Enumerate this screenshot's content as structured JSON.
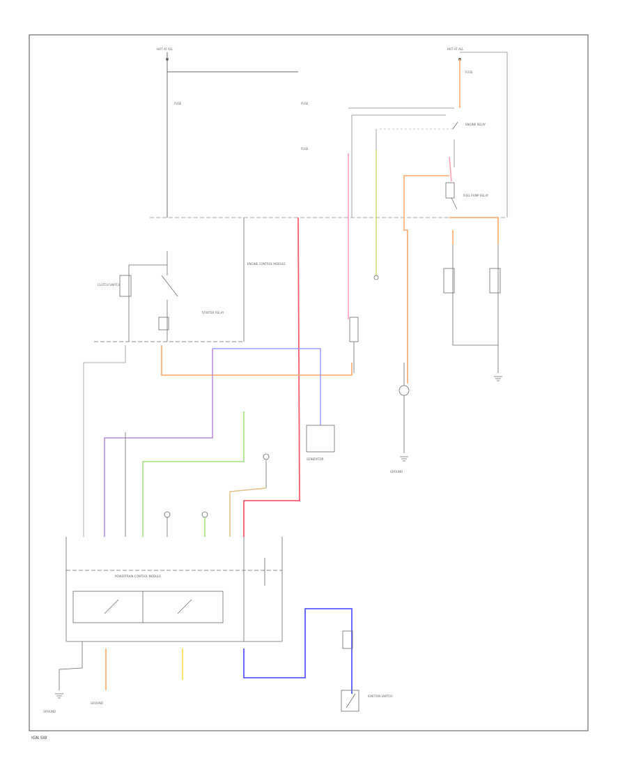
{
  "labels": {
    "hot_left": "HOT AT ALL",
    "hot_right": "HOT AT ALL",
    "fuse_left": "FUSE",
    "fuse_mid": "FUSE",
    "fuse_mid2": "FUSE",
    "fuse_right": "FUSE",
    "engine_relay": "ENGINE RELAY",
    "starter_relay": "STARTER RELAY",
    "fuel_pump_relay": "FUEL PUMP RELAY",
    "engine_control_module": "ENGINE CONTROL MODULE",
    "powertrain_control_module": "POWERTRAIN CONTROL MODULE",
    "generator": "GENERATOR",
    "ground_right": "GROUND",
    "ground_left": "GROUND",
    "ground_mid": "GROUND",
    "clutch_switch": "CLUTCH SWITCH",
    "ignition_switch": "IGNITION SWITCH",
    "footer_code": "IGN SW"
  },
  "colors": {
    "wire_black": "#3a3a3a",
    "wire_gray": "#9a9a9a",
    "wire_pink": "#ff9ab0",
    "wire_red": "#ff5a6e",
    "wire_orange": "#ffb27a",
    "wire_yellowgreen": "#c8e06a",
    "wire_green": "#9fe07a",
    "wire_purple": "#b88ad8",
    "wire_blue": "#5a5aff",
    "wire_yellow": "#ffe45a",
    "wire_tan": "#e0c080"
  }
}
